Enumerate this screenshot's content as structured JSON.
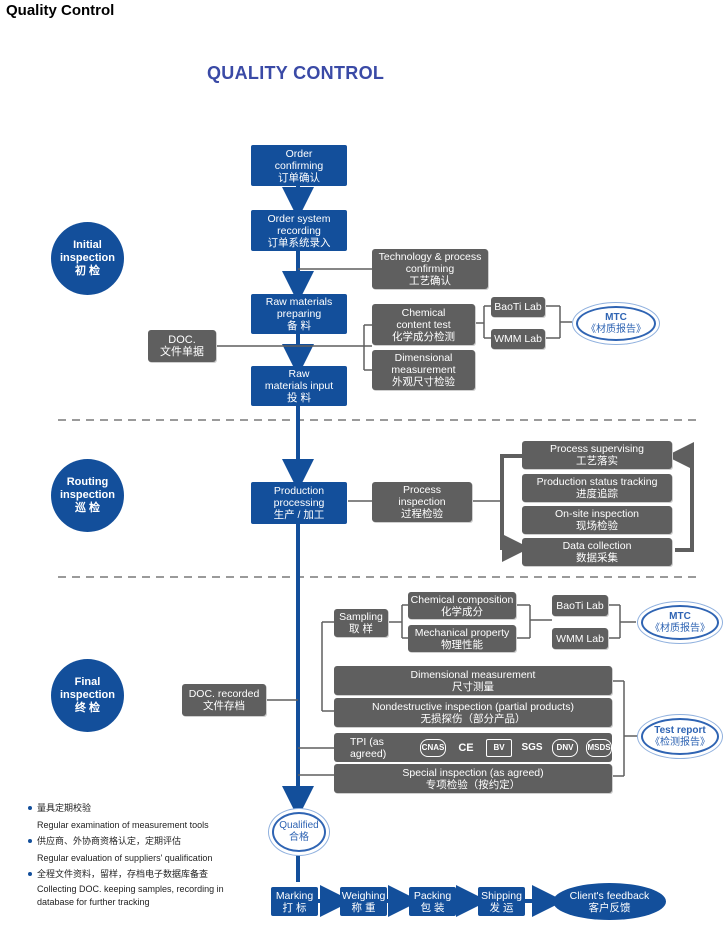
{
  "header": "Quality Control",
  "title": "QUALITY CONTROL",
  "stages": {
    "initial": [
      "Initial",
      "inspection",
      "初 检"
    ],
    "routing": [
      "Routing",
      "inspection",
      "巡 检"
    ],
    "final": [
      "Final",
      "inspection",
      "终 检"
    ]
  },
  "main": {
    "order_confirming": [
      "Order",
      "confirming",
      "订单确认"
    ],
    "order_system": [
      "Order system",
      "recording",
      "订单系统录入"
    ],
    "raw_preparing": [
      "Raw materials",
      "preparing",
      "备 料"
    ],
    "raw_input": [
      "Raw",
      "materials input",
      "投 料"
    ],
    "production": [
      "Production",
      "processing",
      "生产 / 加工"
    ]
  },
  "initial_side": {
    "tech": [
      "Technology & process",
      "confirming",
      "工艺确认"
    ],
    "doc": [
      "DOC.",
      "文件单据"
    ],
    "chemical": [
      "Chemical",
      "content test",
      "化学成分检测"
    ],
    "dimensional": [
      "Dimensional",
      "measurement",
      "外观尺寸检验"
    ],
    "baoti": "BaoTi Lab",
    "wmm": "WMM Lab",
    "mtc": [
      "MTC",
      "《材质报告》"
    ]
  },
  "routing_side": {
    "process_inspection": [
      "Process",
      "inspection",
      "过程检验"
    ],
    "supervising": [
      "Process supervising",
      "工艺落实"
    ],
    "status_tracking": [
      "Production status tracking",
      "进度追踪"
    ],
    "onsite": [
      "On-site inspection",
      "现场检验"
    ],
    "data_collection": [
      "Data collection",
      "数据采集"
    ]
  },
  "final_side": {
    "doc_recorded": [
      "DOC. recorded",
      "文件存档"
    ],
    "sampling": [
      "Sampling",
      "取 样"
    ],
    "chemical_comp": [
      "Chemical composition",
      "化学成分"
    ],
    "mechanical": [
      "Mechanical property",
      "物理性能"
    ],
    "baoti": "BaoTi Lab",
    "wmm": "WMM Lab",
    "mtc": [
      "MTC",
      "《材质报告》"
    ],
    "dimensional": [
      "Dimensional measurement",
      "尺寸测量"
    ],
    "nondestructive": [
      "Nondestructive inspection (partial products)",
      "无损探伤（部分产品）"
    ],
    "tpi": "TPI  (as agreed)",
    "tpi_marks": [
      "CNAS",
      "CE",
      "BV",
      "SGS",
      "DNV",
      "MSDS"
    ],
    "special": [
      "Special inspection (as agreed)",
      "专项检验（按约定）"
    ],
    "test_report": [
      "Test report",
      "《检测报告》"
    ]
  },
  "qualified": [
    "Qualified",
    "合格"
  ],
  "shipping_flow": [
    [
      "Marking",
      "打 标"
    ],
    [
      "Weighing",
      "称 重"
    ],
    [
      "Packing",
      "包 装"
    ],
    [
      "Shipping",
      "发 运"
    ]
  ],
  "feedback": [
    "Client's feedback",
    "客户反馈"
  ],
  "notes": [
    {
      "cn": "量具定期校验",
      "en": "Regular examination of measurement tools"
    },
    {
      "cn": "供应商、外协商资格认定，定期评估",
      "en": "Regular evaluation of suppliers' qualification"
    },
    {
      "cn": "全程文件资料，留样，存档电子数据库备查",
      "en": "Collecting DOC. keeping samples, recording in database for further tracking"
    }
  ],
  "colors": {
    "blue": "#134f9b",
    "gray": "#5f5f5f",
    "accent": "#3a4aa6",
    "oval": "#2f64b3"
  }
}
